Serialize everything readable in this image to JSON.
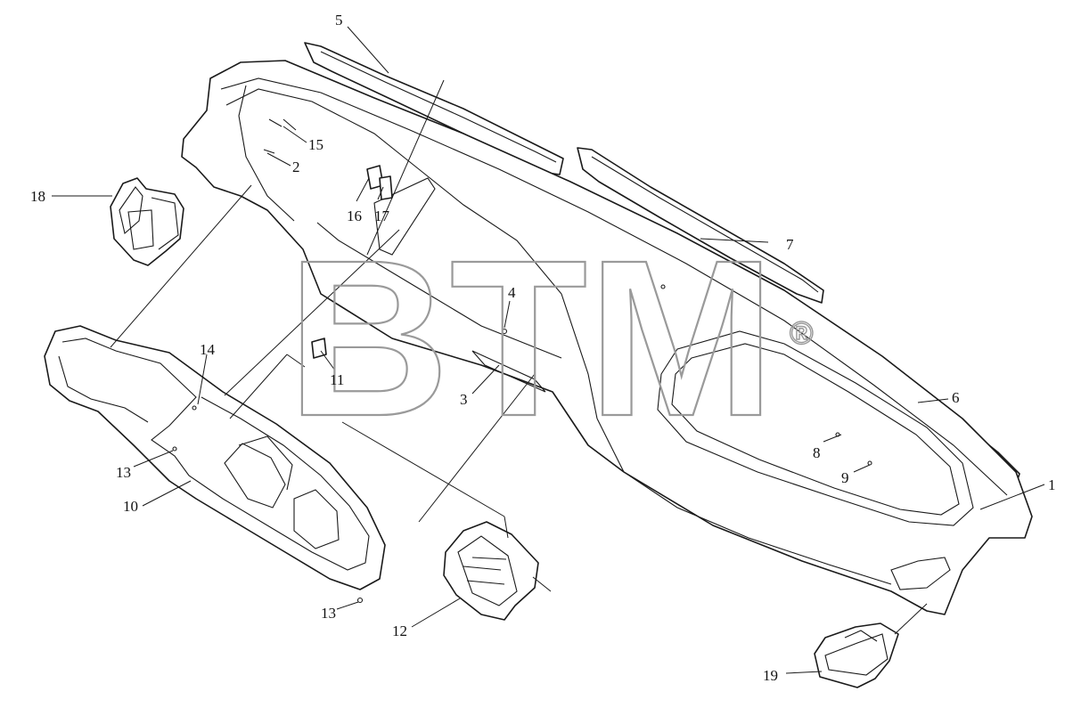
{
  "watermark": {
    "text": "BTM",
    "mark": "®",
    "color": "#9a9a9a"
  },
  "callouts": [
    {
      "id": "c5",
      "label": "5"
    },
    {
      "id": "c15",
      "label": "15"
    },
    {
      "id": "c2",
      "label": "2"
    },
    {
      "id": "c16",
      "label": "16"
    },
    {
      "id": "c17",
      "label": "17"
    },
    {
      "id": "c18",
      "label": "18"
    },
    {
      "id": "c7",
      "label": "7"
    },
    {
      "id": "c4",
      "label": "4"
    },
    {
      "id": "c14",
      "label": "14"
    },
    {
      "id": "c11",
      "label": "11"
    },
    {
      "id": "c3",
      "label": "3"
    },
    {
      "id": "c6",
      "label": "6"
    },
    {
      "id": "c8",
      "label": "8"
    },
    {
      "id": "c13a",
      "label": "13"
    },
    {
      "id": "c9",
      "label": "9"
    },
    {
      "id": "c1",
      "label": "1"
    },
    {
      "id": "c10",
      "label": "10"
    },
    {
      "id": "c13b",
      "label": "13"
    },
    {
      "id": "c12",
      "label": "12"
    },
    {
      "id": "c19",
      "label": "19"
    }
  ]
}
